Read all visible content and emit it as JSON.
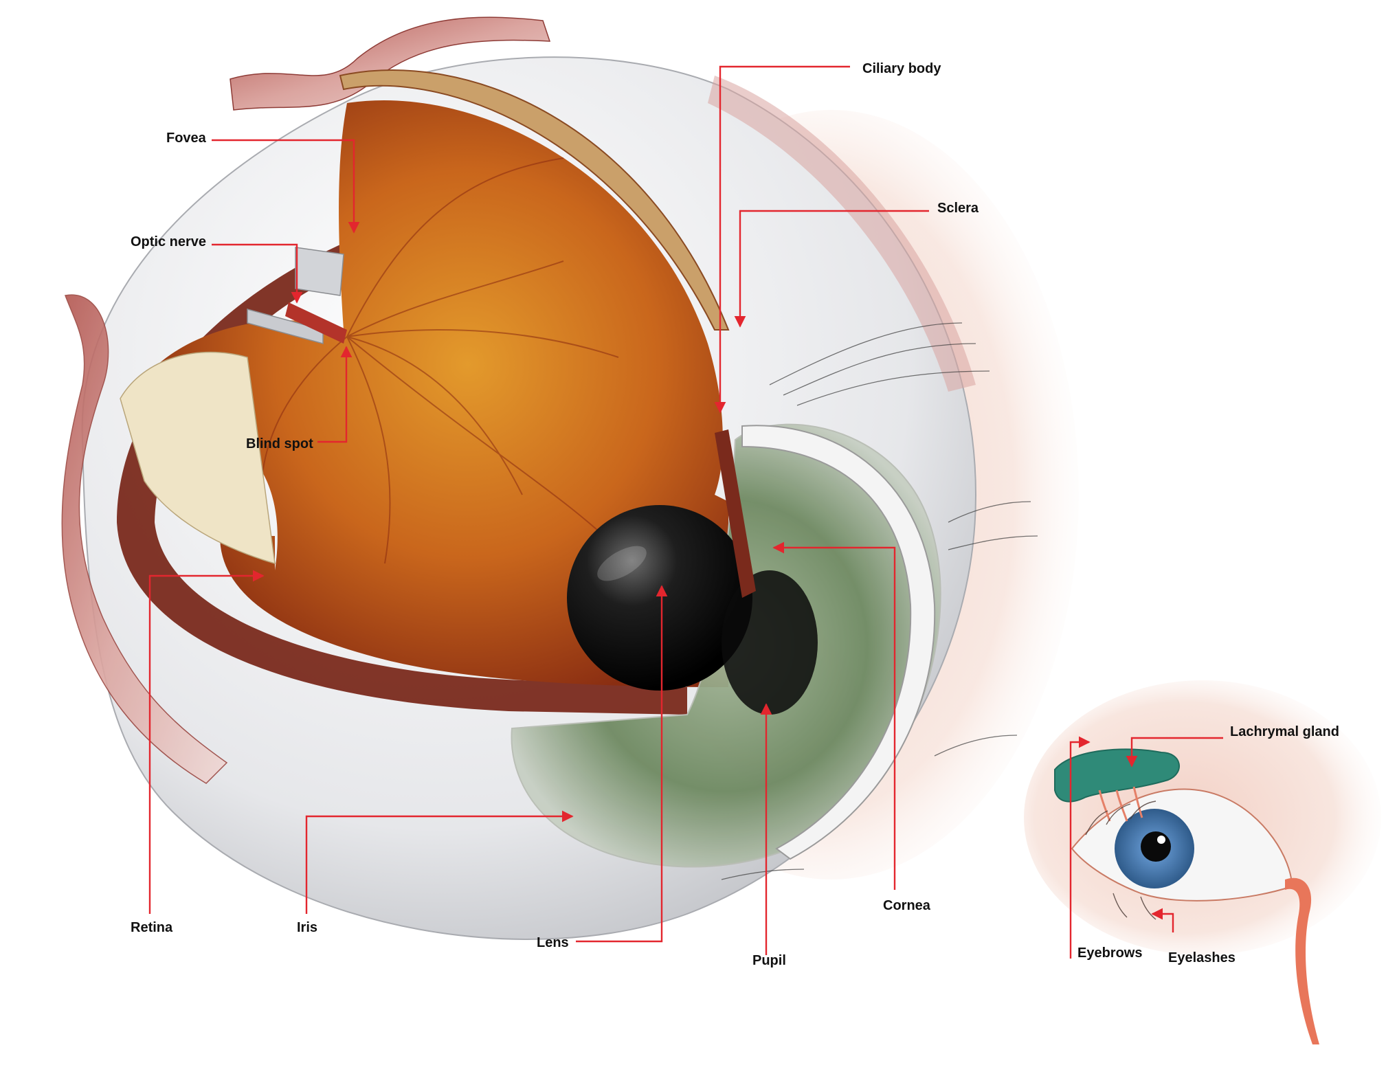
{
  "colors": {
    "leader": "#e3262e",
    "label_text": "#111111",
    "sclera": "#e9eaec",
    "retina": "#c96a1e",
    "choroid": "#7a2a1c",
    "muscle": "#c98a86",
    "iris": "#7b8f6e",
    "lens": "#0d0d0d",
    "lachrymal_gland": "#2f8a78",
    "iris_blue": "#6a95c6"
  },
  "labels": {
    "fovea": "Fovea",
    "optic_nerve": "Optic nerve",
    "blind_spot": "Blind spot",
    "ciliary_body": "Ciliary body",
    "sclera": "Sclera",
    "cornea": "Cornea",
    "retina": "Retina",
    "iris": "Iris",
    "lens": "Lens",
    "pupil": "Pupil",
    "lachrymal_gland": "Lachrymal gland",
    "eyebrows": "Eyebrows",
    "eyelashes": "Eyelashes"
  }
}
